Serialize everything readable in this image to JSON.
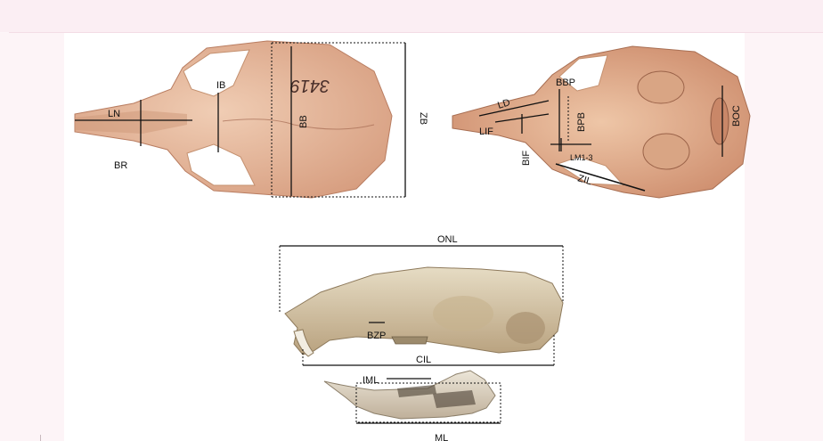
{
  "figure": {
    "dorsal_view": {
      "labels": {
        "LN": "LN",
        "BR": "BR",
        "IB": "IB",
        "BB": "BB",
        "ZB": "ZB"
      },
      "specimen_number": "3419"
    },
    "ventral_view": {
      "labels": {
        "BBP": "BBP",
        "LD": "LD",
        "LIF": "LIF",
        "BIF": "BIF",
        "BPB": "BPB",
        "LM": "LM1-3",
        "ZIL": "ZIL",
        "BOC": "BOC"
      }
    },
    "lateral_view": {
      "labels": {
        "ONL": "ONL",
        "BZP": "BZP",
        "CIL": "CIL"
      }
    },
    "mandible_view": {
      "labels": {
        "IML": "IML",
        "ML": "ML"
      }
    }
  },
  "colors": {
    "bone_light": "#e8c2a6",
    "bone_dark": "#c98c6c",
    "lateral_bone": "#d9c9a8",
    "line": "#111111"
  }
}
